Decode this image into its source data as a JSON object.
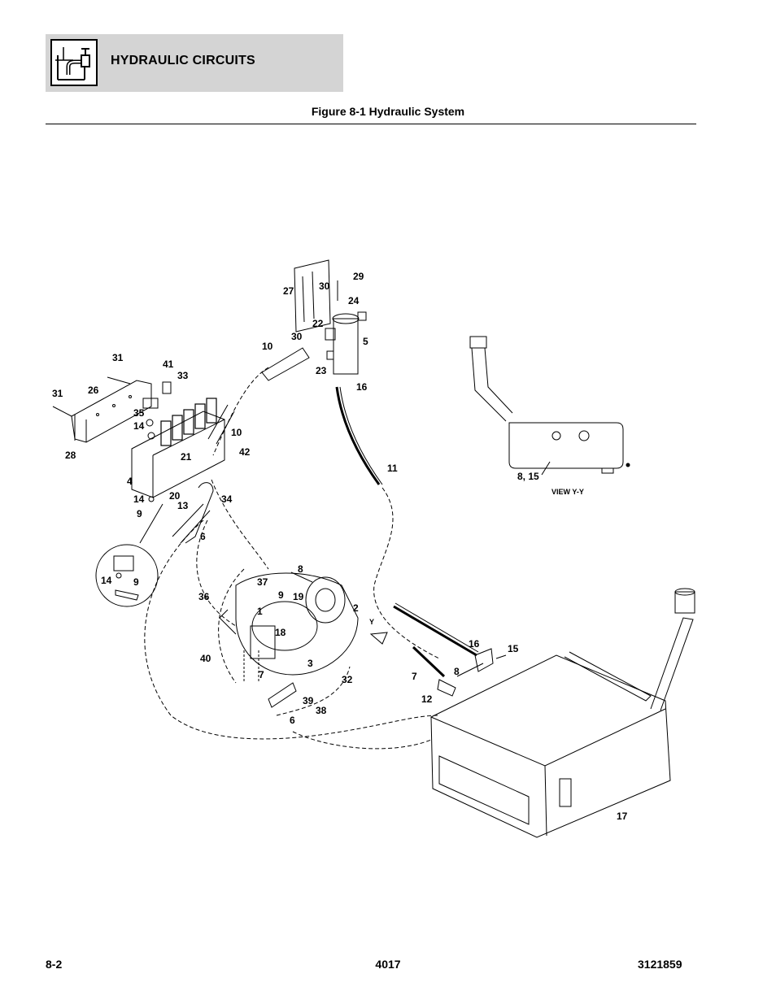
{
  "header": {
    "title": "HYDRAULIC CIRCUITS",
    "icon": "hydraulic-reservoir-icon"
  },
  "figure": {
    "caption": "Figure 8-1 Hydraulic System",
    "view_label": "VIEW Y-Y",
    "callouts": [
      "31",
      "26",
      "31",
      "28",
      "41",
      "33",
      "35",
      "14",
      "4",
      "14",
      "9",
      "20",
      "13",
      "21",
      "10",
      "42",
      "34",
      "6",
      "14",
      "9",
      "27",
      "30",
      "29",
      "24",
      "22",
      "30",
      "5",
      "10",
      "23",
      "16",
      "11",
      "8",
      "37",
      "36",
      "9",
      "19",
      "2",
      "1",
      "18",
      "40",
      "7",
      "3",
      "32",
      "39",
      "38",
      "6",
      "Y",
      "16",
      "15",
      "7",
      "8",
      "12",
      "17",
      "8, 15"
    ]
  },
  "footer": {
    "left": "8-2",
    "center": "4017",
    "right": "3121859"
  }
}
